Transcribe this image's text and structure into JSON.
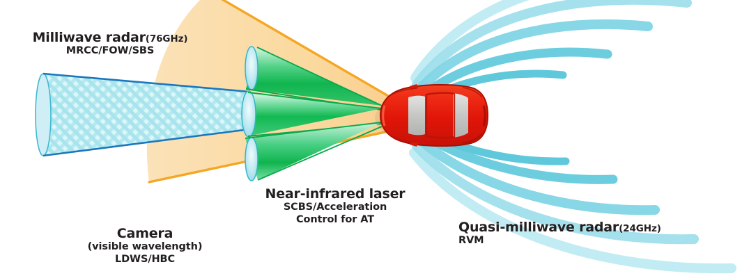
{
  "diagram": {
    "title": "Automotive sensing systems coverage diagram",
    "background_color": "#ffffff",
    "vehicle": {
      "name": "car-top-view",
      "body_color": "#e8241c",
      "body_color_dark": "#b21008",
      "glass_color": "#c9cac7",
      "heading": "left"
    },
    "labels": [
      {
        "id": "milliwave",
        "title": "Milliwave radar",
        "paren": "(76GHz)",
        "sub": "MRCC/FOW/SBS",
        "color": "#231f20"
      },
      {
        "id": "camera",
        "title": "Camera",
        "paren": "",
        "sub": "(visible wavelength)",
        "sub2": "LDWS/HBC",
        "color": "#231f20"
      },
      {
        "id": "laser",
        "title": "Near-infrared laser",
        "paren": "",
        "sub": "SCBS/Acceleration",
        "sub2": "Control for AT",
        "color": "#231f20"
      },
      {
        "id": "quasi",
        "title": "Quasi-milliwave radar",
        "paren": "(24GHz)",
        "sub": "RVM",
        "color": "#231f20"
      }
    ],
    "sensor_fields": [
      {
        "id": "milliwave-radar-beam",
        "label": "Milliwave radar",
        "shape": "narrow-wedge-mesh",
        "fill_color": "#bfeef5",
        "mesh_color": "#5fcdd8",
        "outline_color": "#0d74b8",
        "direction": "forward",
        "range": "long"
      },
      {
        "id": "camera-field",
        "label": "Camera",
        "shape": "wide-wedge",
        "fill_color": "#fbd9a0",
        "outline_color": "#f5a623",
        "direction": "forward",
        "range": "medium"
      },
      {
        "id": "near-infrared-laser-beams",
        "label": "Near-infrared laser",
        "shape": "three-cones",
        "fill_color": "#1fc35e",
        "outline_color": "#00a84f",
        "cap_color": "#b6e8f0",
        "direction": "forward",
        "range": "short",
        "count": 3
      },
      {
        "id": "quasi-milliwave-radar-waves",
        "label": "Quasi-milliwave radar",
        "shape": "concentric-arcs",
        "wave_color": "#7fd3e0",
        "direction": "rear",
        "range": "short",
        "arc_count": 5
      }
    ]
  }
}
